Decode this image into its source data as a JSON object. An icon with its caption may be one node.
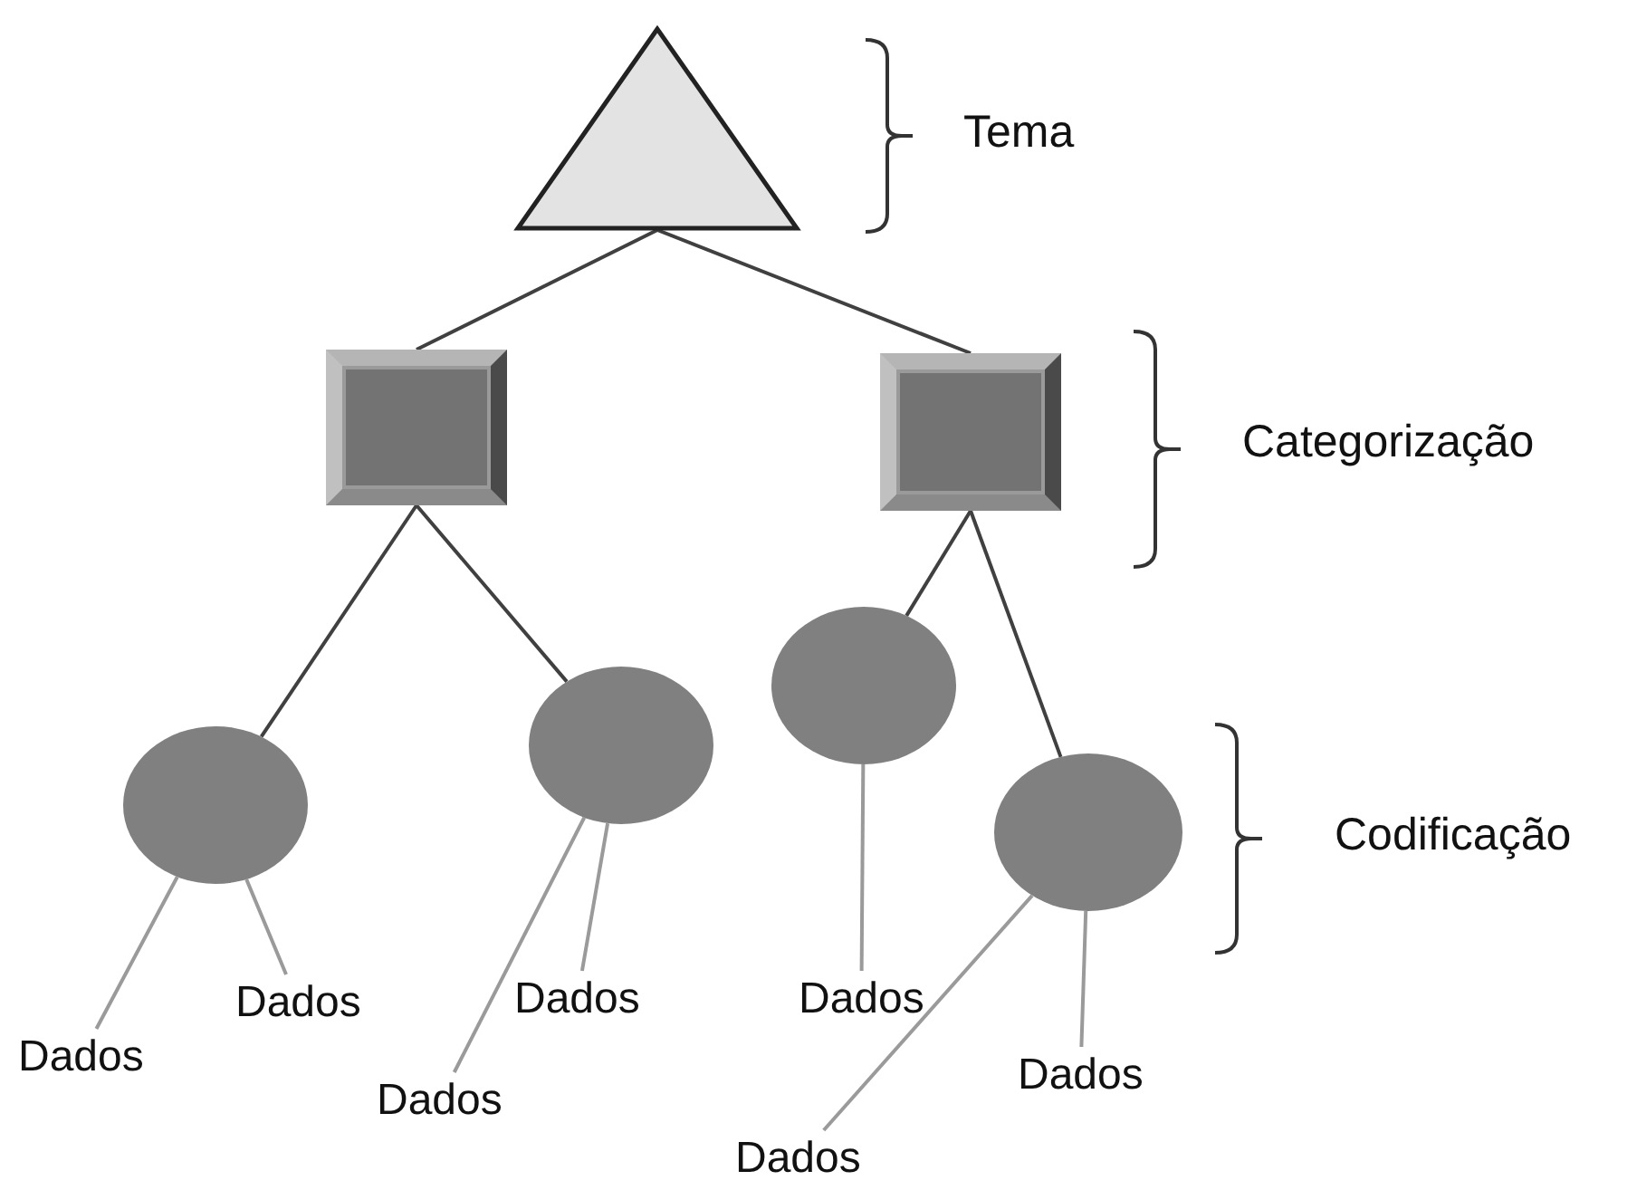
{
  "diagram": {
    "nodes": [
      {
        "text": [],
        "shape": "triangle"
      },
      {
        "text": [],
        "shape": "box"
      },
      {
        "text": [],
        "shape": "box"
      },
      {
        "text": [],
        "shape": "circle"
      },
      {
        "text": [],
        "shape": "circle"
      },
      {
        "text": [],
        "shape": "circle"
      },
      {
        "text": [],
        "shape": "circle"
      },
      {
        "text": [
          "Dados"
        ]
      },
      {
        "text": [
          "Dados"
        ]
      },
      {
        "text": [
          "Dados"
        ]
      },
      {
        "text": [
          "Dados"
        ]
      },
      {
        "text": [
          "Dados"
        ]
      },
      {
        "text": [
          "Dados"
        ]
      },
      {
        "text": [
          "Dados"
        ]
      }
    ],
    "edges": [
      {
        "from": 0,
        "to": 1,
        "arrow": "none",
        "color": "#404040"
      },
      {
        "from": 0,
        "to": 2,
        "arrow": "none",
        "color": "#404040"
      },
      {
        "from": 1,
        "to": 3,
        "arrow": "none",
        "color": "#404040"
      },
      {
        "from": 1,
        "to": 4,
        "arrow": "none",
        "color": "#404040"
      },
      {
        "from": 2,
        "to": 5,
        "arrow": "none",
        "color": "#404040"
      },
      {
        "from": 2,
        "to": 6,
        "arrow": "none",
        "color": "#404040"
      },
      {
        "from": 3,
        "to": 7,
        "arrow": "none"
      },
      {
        "from": 3,
        "to": 8,
        "arrow": "none"
      },
      {
        "from": 4,
        "to": 9,
        "arrow": "none"
      },
      {
        "from": 4,
        "to": 10,
        "arrow": "none"
      },
      {
        "from": 5,
        "to": 11,
        "arrow": "none"
      },
      {
        "from": 6,
        "to": 12,
        "arrow": "none"
      },
      {
        "from": 6,
        "to": 13,
        "arrow": "none"
      }
    ],
    "labels": [
      "Tema",
      "Categorização",
      "Codificação"
    ]
  }
}
